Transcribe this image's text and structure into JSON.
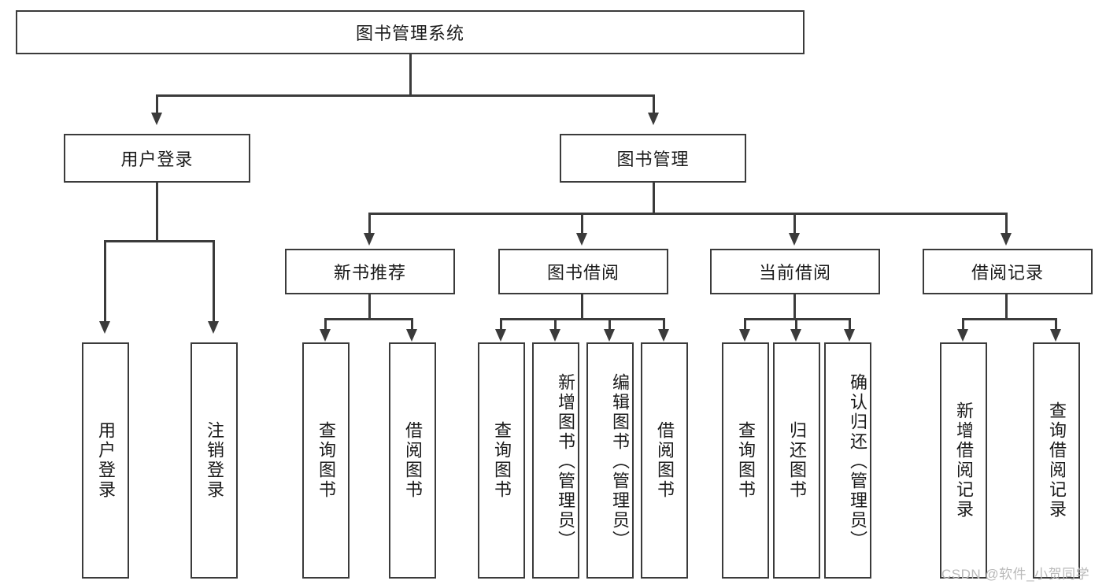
{
  "diagram": {
    "title": "图书管理系统",
    "type": "hierarchy-tree",
    "root": {
      "label": "图书管理系统"
    },
    "level2": [
      {
        "label": "用户登录"
      },
      {
        "label": "图书管理"
      }
    ],
    "level3": [
      {
        "label": "新书推荐"
      },
      {
        "label": "图书借阅"
      },
      {
        "label": "当前借阅"
      },
      {
        "label": "借阅记录"
      }
    ],
    "leaves": {
      "user_login": [
        {
          "label": "用户登录"
        },
        {
          "label": "注销登录"
        }
      ],
      "new_book": [
        {
          "label": "查询图书"
        },
        {
          "label": "借阅图书"
        }
      ],
      "book_borrow": [
        {
          "label": "查询图书"
        },
        {
          "label": "新增图书（管理员）"
        },
        {
          "label": "编辑图书（管理员）"
        },
        {
          "label": "借阅图书"
        }
      ],
      "current_borrow": [
        {
          "label": "查询图书"
        },
        {
          "label": "归还图书"
        },
        {
          "label": "确认归还（管理员）"
        }
      ],
      "borrow_record": [
        {
          "label": "新增借阅记录"
        },
        {
          "label": "查询借阅记录"
        }
      ]
    }
  },
  "watermark": {
    "text": "CSDN @软件_小贺同学"
  },
  "colors": {
    "stroke": "#3b3b3b",
    "text": "#1b1b1b",
    "background": "#ffffff",
    "watermark": "#b9b9b9"
  }
}
